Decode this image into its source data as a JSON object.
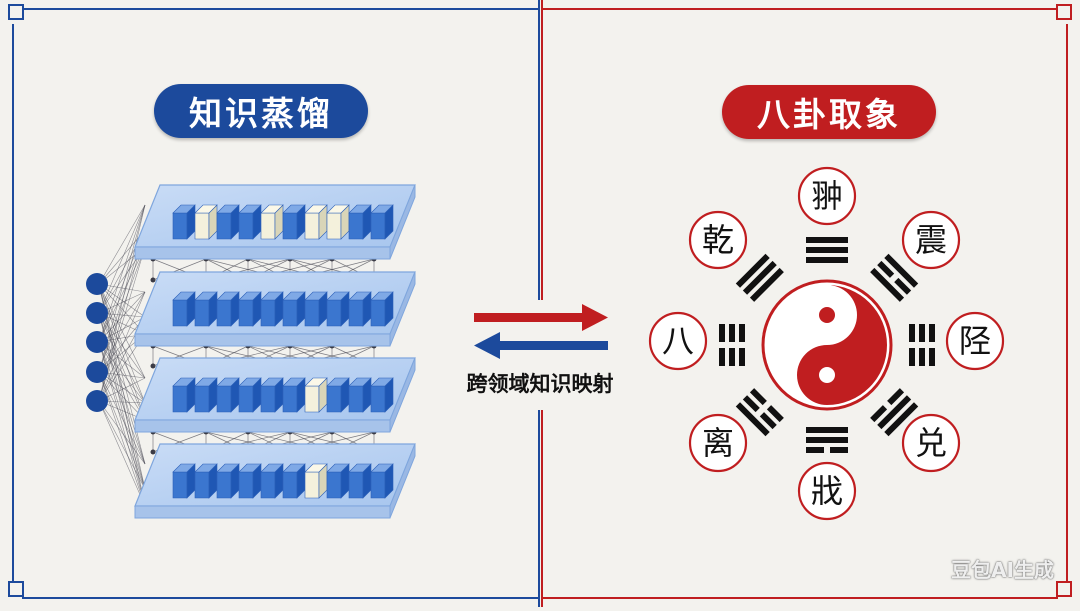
{
  "left_panel": {
    "title": "知识蒸馏",
    "accent_color": "#1c4a9c",
    "input_nodes": 5,
    "layers": 4
  },
  "right_panel": {
    "title": "八卦取象",
    "accent_color": "#c01e20",
    "characters": {
      "top": "翀",
      "top_right": "震",
      "right": "陉",
      "bottom_right": "兑",
      "bottom": "戕",
      "bottom_left": "离",
      "left": "八",
      "top_left": "乾"
    },
    "trigrams": [
      {
        "position": "top",
        "lines": [
          1,
          1,
          1
        ]
      },
      {
        "position": "top-right",
        "lines": [
          1,
          0,
          1
        ]
      },
      {
        "position": "right",
        "lines": [
          0,
          0,
          0
        ]
      },
      {
        "position": "bottom-right",
        "lines": [
          1,
          1,
          0
        ]
      },
      {
        "position": "bottom",
        "lines": [
          0,
          1,
          1
        ]
      },
      {
        "position": "bottom-left",
        "lines": [
          1,
          0,
          0
        ]
      },
      {
        "position": "left",
        "lines": [
          0,
          0,
          0
        ]
      },
      {
        "position": "top-left",
        "lines": [
          1,
          1,
          1
        ]
      }
    ]
  },
  "center": {
    "mapping_label": "跨领域知识映射",
    "arrow_right_color": "#c01e20",
    "arrow_left_color": "#1c4a9c"
  },
  "divider_colors": {
    "left": "#1c4a9c",
    "right": "#c01e20"
  },
  "watermark": "豆包AI生成"
}
